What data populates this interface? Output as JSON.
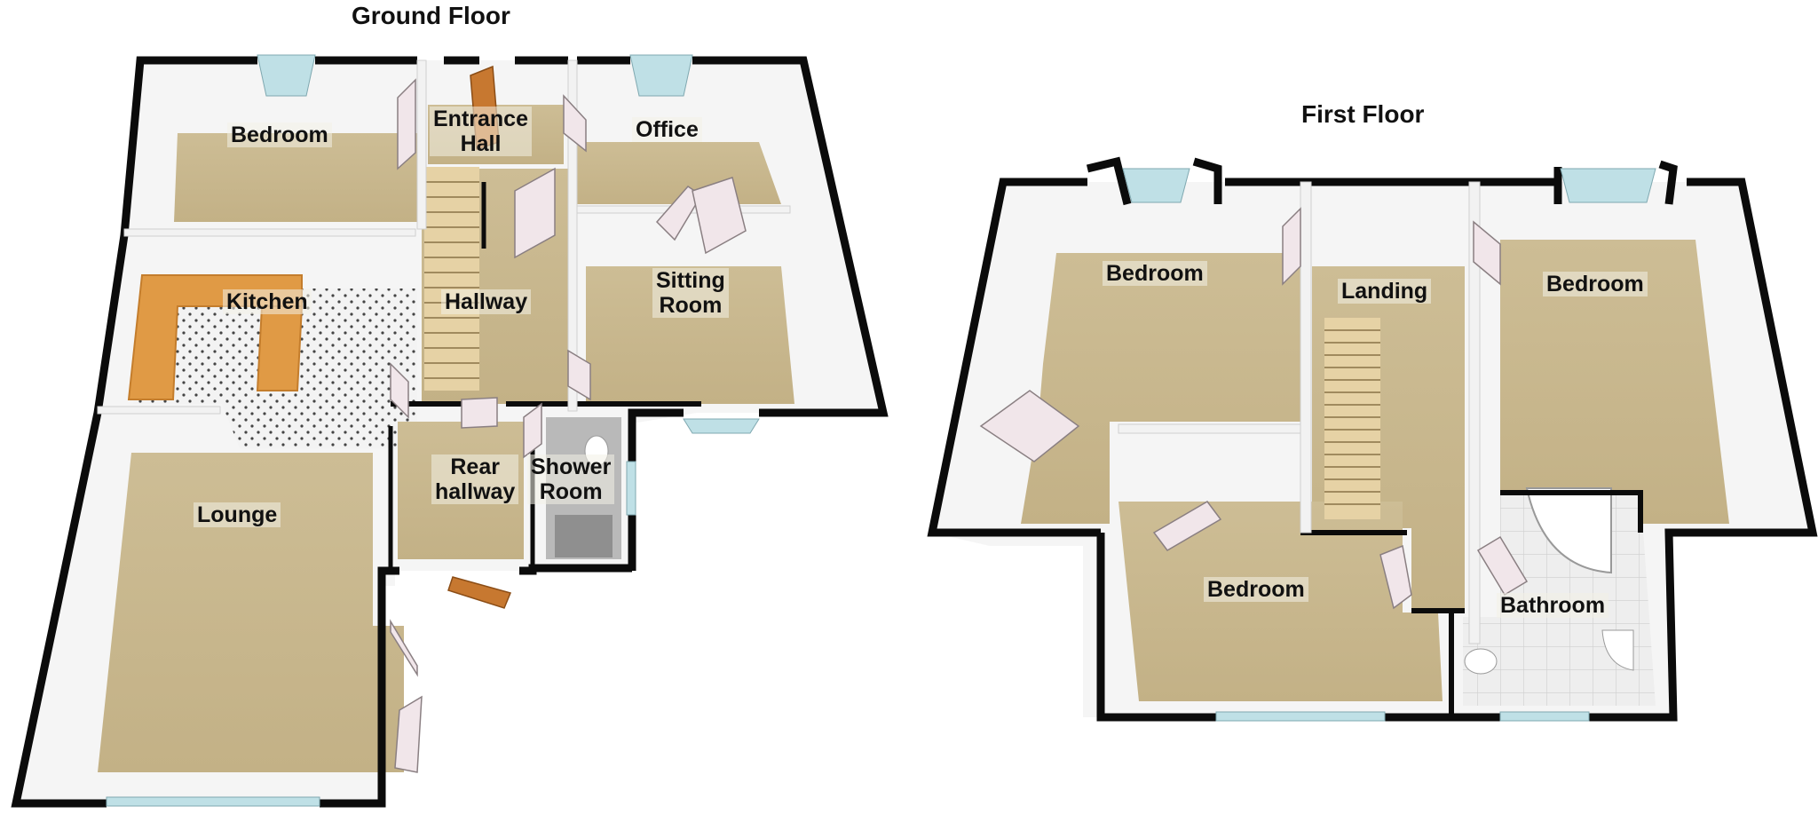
{
  "floors": {
    "ground": {
      "title": "Ground Floor",
      "rooms": {
        "bedroom": "Bedroom",
        "entrance_hall": [
          "Entrance",
          "Hall"
        ],
        "office": "Office",
        "kitchen": "Kitchen",
        "hallway": "Hallway",
        "sitting_room": [
          "Sitting",
          "Room"
        ],
        "lounge": "Lounge",
        "rear_hallway": [
          "Rear",
          "hallway"
        ],
        "shower_room": [
          "Shower",
          "Room"
        ]
      }
    },
    "first": {
      "title": "First Floor",
      "rooms": {
        "bedroom_left": "Bedroom",
        "landing": "Landing",
        "bedroom_right": "Bedroom",
        "bedroom_bottom": "Bedroom",
        "bathroom": "Bathroom"
      }
    }
  },
  "colors": {
    "carpet": "#c9b88f",
    "wall_inner": "#f4f4f4",
    "wall_top": "#0b0b0b",
    "tile": "#f2f2f2",
    "worktop": "#e0a24a",
    "window": "#bfe0e6",
    "door": "#f1e6ea"
  }
}
